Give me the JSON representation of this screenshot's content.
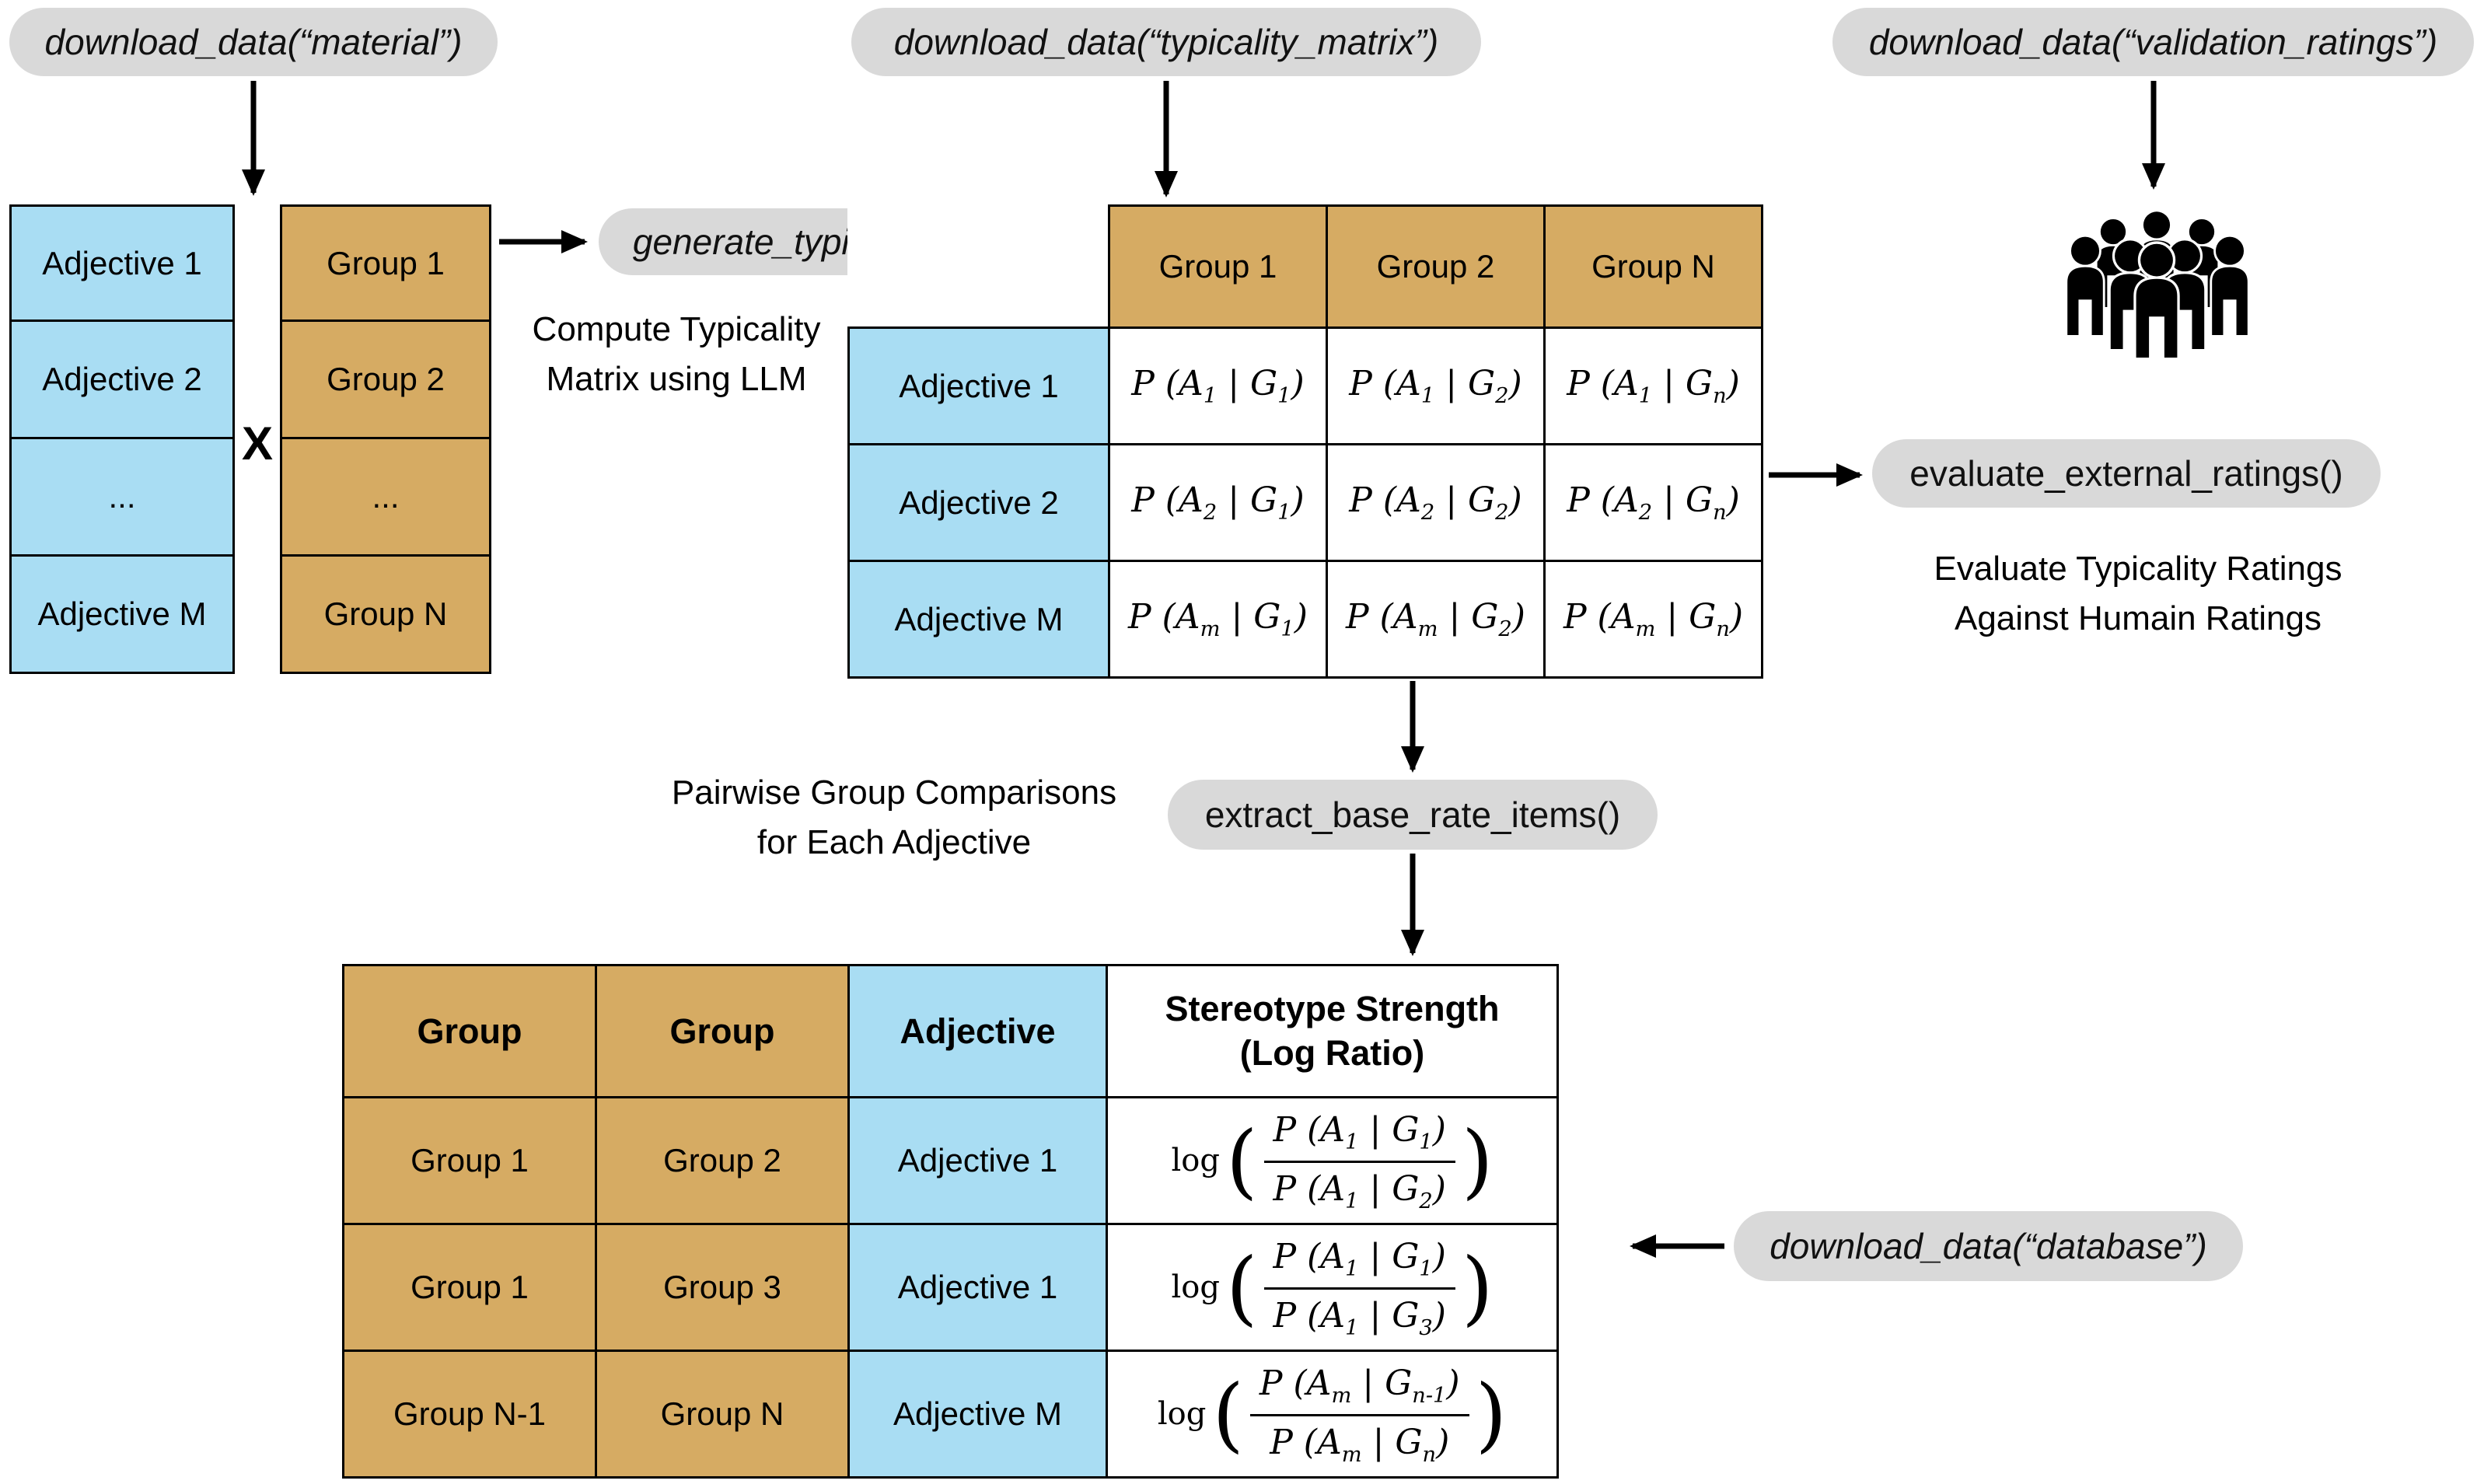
{
  "colors": {
    "blue": "#a9ddf3",
    "tan": "#d6ab63",
    "pill": "#d9d9d9"
  },
  "pills": {
    "material": "download_data(“material”)",
    "typicality_matrix": "download_data(“typicality_matrix”)",
    "validation_ratings": "download_data(“validation_ratings”)",
    "generate_typicality": "generate_typicality()",
    "evaluate_external_ratings": "evaluate_external_ratings()",
    "extract_base_rate_items": "extract_base_rate_items()",
    "database": "download_data(“database”)"
  },
  "notes": {
    "compute": "Compute Typicality\nMatrix using LLM",
    "evaluate": "Evaluate Typicality Ratings\nAgainst Humain Ratings",
    "pairwise": "Pairwise Group Comparisons\nfor Each Adjective",
    "cross": "X"
  },
  "adjective_list": [
    "Adjective 1",
    "Adjective 2",
    "...",
    "Adjective M"
  ],
  "group_list": [
    "Group 1",
    "Group 2",
    "...",
    "Group N"
  ],
  "matrix": {
    "col_headers": [
      "Group 1",
      "Group 2",
      "Group N"
    ],
    "row_headers": [
      "Adjective 1",
      "Adjective 2",
      "Adjective M"
    ],
    "cells": [
      [
        "P (A_1 | G_1)",
        "P (A_1 | G_2)",
        "P (A_1 | G_n)"
      ],
      [
        "P (A_2 | G_1)",
        "P (A_2 | G_2)",
        "P (A_2 | G_n)"
      ],
      [
        "P (A_m | G_1)",
        "P (A_m | G_2)",
        "P (A_m | G_n)"
      ]
    ]
  },
  "base_rate_table": {
    "headers": [
      "Group",
      "Group",
      "Adjective",
      "Stereotype Strength\n(Log Ratio)"
    ],
    "log_label": "log",
    "rows": [
      {
        "group_a": "Group 1",
        "group_b": "Group 2",
        "adjective": "Adjective 1",
        "numerator": "P (A_1 | G_1)",
        "denominator": "P (A_1 | G_2)"
      },
      {
        "group_a": "Group 1",
        "group_b": "Group 3",
        "adjective": "Adjective 1",
        "numerator": "P (A_1 | G_1)",
        "denominator": "P (A_1 | G_3)"
      },
      {
        "group_a": "Group N-1",
        "group_b": "Group N",
        "adjective": "Adjective M",
        "numerator": "P (A_m | G_{n-1})",
        "denominator": "P (A_m | G_n)"
      }
    ]
  }
}
